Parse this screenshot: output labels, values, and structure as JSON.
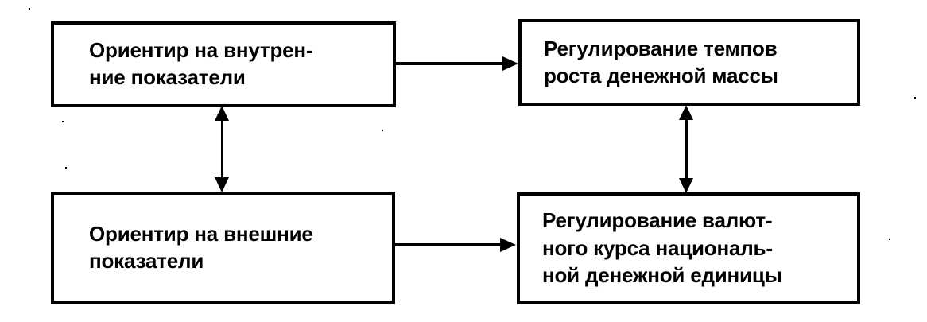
{
  "diagram": {
    "type": "flow-diagram",
    "nodes": [
      {
        "id": "internal-benchmark",
        "label": "Ориентир на внутрен-\nние показатели",
        "plain_text": "Ориентир на внутренние показатели",
        "position": "top-left"
      },
      {
        "id": "money-supply-regulation",
        "label": "Регулирование темпов\nроста денежной массы",
        "plain_text": "Регулирование темпов роста денежной массы",
        "position": "top-right"
      },
      {
        "id": "external-benchmark",
        "label": "Ориентир на внешние\nпоказатели",
        "plain_text": "Ориентир на внешние показатели",
        "position": "bottom-left"
      },
      {
        "id": "exchange-rate-regulation",
        "label": "Регулирование валют-\nного курса националь-\nной денежной единицы",
        "plain_text": "Регулирование валютного курса национальной денежной единицы",
        "position": "bottom-right"
      }
    ],
    "connectors": [
      {
        "id": "internal-to-money",
        "from": "internal-benchmark",
        "to": "money-supply-regulation",
        "orientation": "horizontal",
        "direction": "single",
        "arrowheads": "end"
      },
      {
        "id": "external-to-exchange",
        "from": "external-benchmark",
        "to": "exchange-rate-regulation",
        "orientation": "horizontal",
        "direction": "single",
        "arrowheads": "end"
      },
      {
        "id": "internal-external-link",
        "from": "internal-benchmark",
        "to": "external-benchmark",
        "orientation": "vertical",
        "direction": "bidirectional",
        "arrowheads": "both"
      },
      {
        "id": "money-exchange-link",
        "from": "money-supply-regulation",
        "to": "exchange-rate-regulation",
        "orientation": "vertical",
        "direction": "bidirectional",
        "arrowheads": "both"
      }
    ],
    "colors": {
      "stroke": "#000000",
      "fill": "#ffffff",
      "text": "#000000"
    }
  }
}
